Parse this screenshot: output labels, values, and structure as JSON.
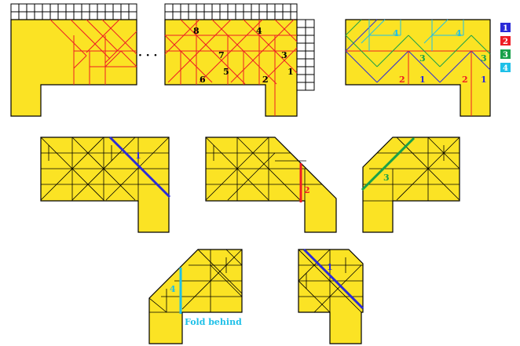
{
  "colors": {
    "paper": "#fbe324",
    "outline": "#000000",
    "red": "#ee1c24",
    "blue": "#2b2bd8",
    "green": "#18a04a",
    "cyan": "#1ec0e8",
    "label_dark": "#000000"
  },
  "top_row": {
    "ellipsis": "· · ·",
    "sequence_labels": [
      "8",
      "4",
      "7",
      "3",
      "5",
      "1",
      "6",
      "2"
    ],
    "legend": [
      {
        "label": "1",
        "color": "#2b2bd8"
      },
      {
        "label": "2",
        "color": "#ee1c24"
      },
      {
        "label": "3",
        "color": "#18a04a"
      },
      {
        "label": "4",
        "color": "#1ec0e8"
      }
    ],
    "colored_labels": [
      {
        "text": "4",
        "color": "#1ec0e8"
      },
      {
        "text": "4",
        "color": "#1ec0e8"
      },
      {
        "text": "3",
        "color": "#18a04a"
      },
      {
        "text": "3",
        "color": "#18a04a"
      },
      {
        "text": "2",
        "color": "#ee1c24"
      },
      {
        "text": "1",
        "color": "#2b2bd8"
      },
      {
        "text": "2",
        "color": "#ee1c24"
      },
      {
        "text": "1",
        "color": "#2b2bd8"
      }
    ]
  },
  "steps": [
    {
      "label": "1",
      "color": "#2b2bd8"
    },
    {
      "label": "2",
      "color": "#ee1c24"
    },
    {
      "label": "3",
      "color": "#18a04a"
    },
    {
      "label": "4",
      "color": "#1ec0e8",
      "caption": "Fold behind"
    },
    {
      "label": "1",
      "color": "#2b2bd8"
    }
  ]
}
